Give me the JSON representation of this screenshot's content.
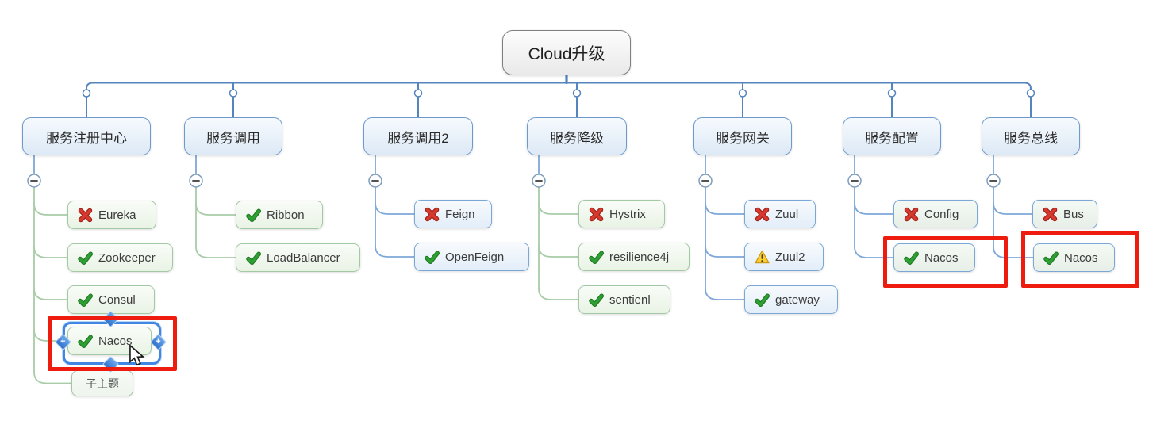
{
  "app": {
    "name": "mind-map-canvas",
    "title": "Cloud升级"
  },
  "root": {
    "label": "Cloud升级"
  },
  "branches": [
    {
      "label": "服务注册中心",
      "theme": "green",
      "collapse_toggle": "-",
      "children": [
        {
          "icon": "cross",
          "label": "Eureka"
        },
        {
          "icon": "check",
          "label": "Zookeeper"
        },
        {
          "icon": "check",
          "label": "Consul"
        },
        {
          "icon": "check",
          "label": "Nacos",
          "selected": true,
          "annotated": true
        },
        {
          "icon": "none",
          "label": "子主题",
          "style": "subtopic"
        }
      ]
    },
    {
      "label": "服务调用",
      "theme": "green",
      "collapse_toggle": "-",
      "children": [
        {
          "icon": "check",
          "label": "Ribbon"
        },
        {
          "icon": "check",
          "label": "LoadBalancer"
        }
      ]
    },
    {
      "label": "服务调用2",
      "theme": "blue",
      "collapse_toggle": "-",
      "children": [
        {
          "icon": "cross",
          "label": "Feign"
        },
        {
          "icon": "check",
          "label": "OpenFeign"
        }
      ]
    },
    {
      "label": "服务降级",
      "theme": "green",
      "collapse_toggle": "-",
      "children": [
        {
          "icon": "cross",
          "label": "Hystrix"
        },
        {
          "icon": "check",
          "label": "resilience4j"
        },
        {
          "icon": "check",
          "label": "sentienl"
        }
      ]
    },
    {
      "label": "服务网关",
      "theme": "blue",
      "collapse_toggle": "-",
      "children": [
        {
          "icon": "cross",
          "label": "Zuul"
        },
        {
          "icon": "warn",
          "label": "Zuul2"
        },
        {
          "icon": "check",
          "label": "gateway"
        }
      ]
    },
    {
      "label": "服务配置",
      "theme": "bluegreen",
      "collapse_toggle": "-",
      "children": [
        {
          "icon": "cross",
          "label": "Config"
        },
        {
          "icon": "check",
          "label": "Nacos",
          "annotated": true
        }
      ]
    },
    {
      "label": "服务总线",
      "theme": "bluegreen",
      "collapse_toggle": "-",
      "children": [
        {
          "icon": "cross",
          "label": "Bus"
        },
        {
          "icon": "check",
          "label": "Nacos",
          "annotated": true
        }
      ]
    }
  ],
  "colors": {
    "wire_blue": "#5585bd",
    "wire_green": "#a8cba8",
    "wire_child_blue": "#7fa8d9",
    "selection_blue": "#3f87e2",
    "annotation_red": "#ed1c0f",
    "check_green": "#2f9e33",
    "cross_red": "#d63a2f",
    "warning_yellow": "#ffcd2e",
    "toggle_ring": "#7d9cbd"
  }
}
